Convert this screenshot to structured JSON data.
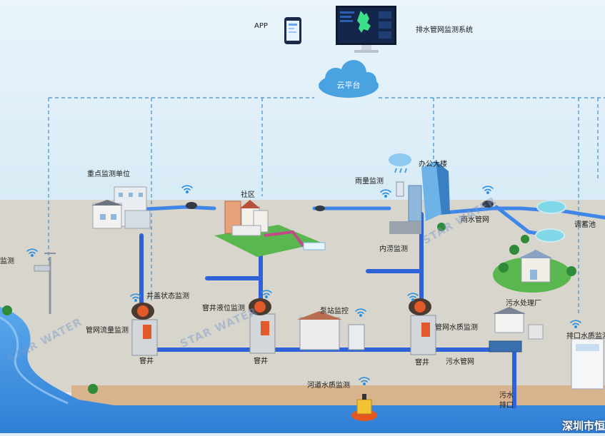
{
  "labels": {
    "app": "APP",
    "system": "排水管网监测系统",
    "cloud": "云平台",
    "key_unit": "重点监测单位",
    "community": "社区",
    "office": "办公大楼",
    "rain_monitor": "雨量监测",
    "waterlogging": "内涝监测",
    "rain_pipe": "雨水管网",
    "storage": "调蓄池",
    "monitor_left": "监测",
    "cover_status": "井盖状态监测",
    "manhole_level": "窨井液位监测",
    "pump_station": "泵站监控",
    "pipe_flow": "管网流量监测",
    "pipe_quality": "管网水质监测",
    "sewage_plant": "污水处理厂",
    "outlet_quality": "排口水质监测",
    "manhole_1": "窨井",
    "manhole_2": "窨井",
    "manhole_3": "窨井",
    "sewage_pipe": "污水管网",
    "river_quality": "河道水质监测",
    "outfall_1": "污水",
    "outfall_2": "排口",
    "watermark": "STAR WATER",
    "corner_text": "深圳市恒"
  },
  "colors": {
    "sky": "#dfeef6",
    "ground": "#d6d3c8",
    "road": "#cfccbf",
    "pipe": "#2f62d8",
    "pipe_light": "#3f86e8",
    "dash": "#3f8fc8",
    "cloud": "#4aa3e0",
    "river": "#3c8fe0",
    "bank": "#d9b48c"
  }
}
